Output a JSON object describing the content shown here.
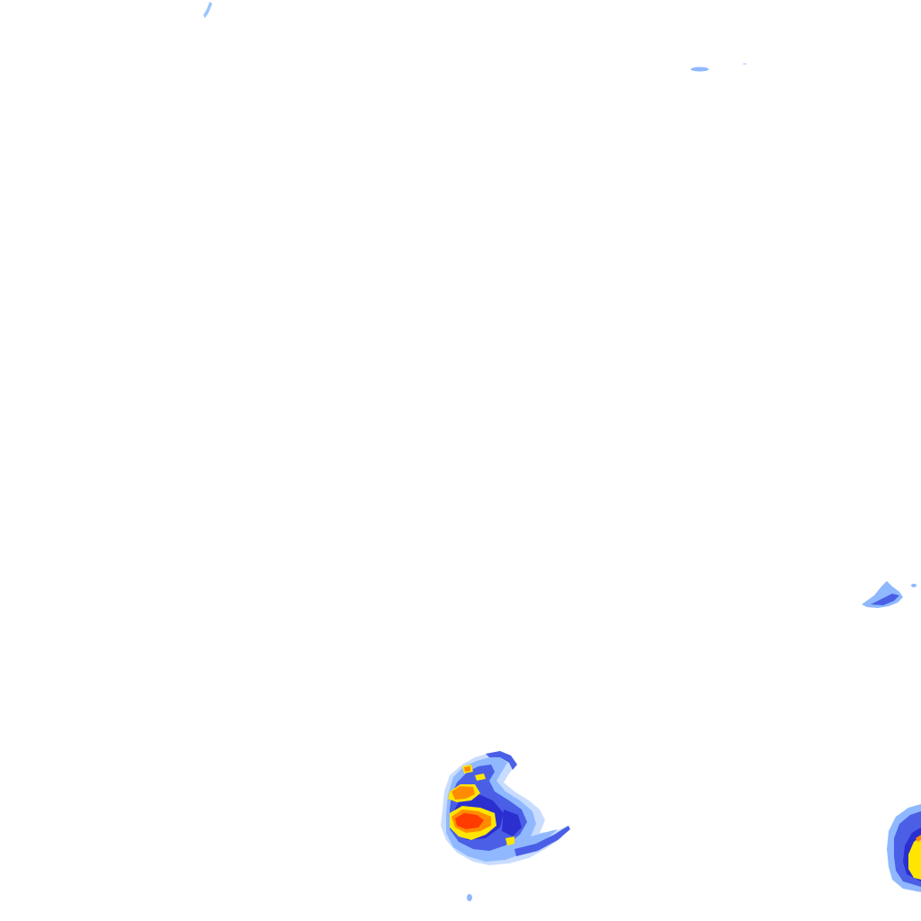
{
  "map": {
    "kind": "weather-radar-tile",
    "background_color": "#ffffff",
    "palette": {
      "trace": "#c8dcff",
      "light": "#8fb8ff",
      "moderate": "#4a5fe6",
      "heavy": "#2b2fd0",
      "very_heavy": "#ffe600",
      "intense": "#ff8c00",
      "extreme": "#ff3b00"
    },
    "echoes": [
      {
        "name": "storm-cell-south",
        "peak_intensity": "extreme"
      },
      {
        "name": "storm-cell-southeast-edge",
        "peak_intensity": "very_heavy"
      },
      {
        "name": "echo-fragment-east",
        "peak_intensity": "heavy"
      },
      {
        "name": "echo-speck-north",
        "peak_intensity": "light"
      },
      {
        "name": "echo-speck-northwest",
        "peak_intensity": "light"
      },
      {
        "name": "echo-speck-south-small",
        "peak_intensity": "light"
      }
    ]
  }
}
